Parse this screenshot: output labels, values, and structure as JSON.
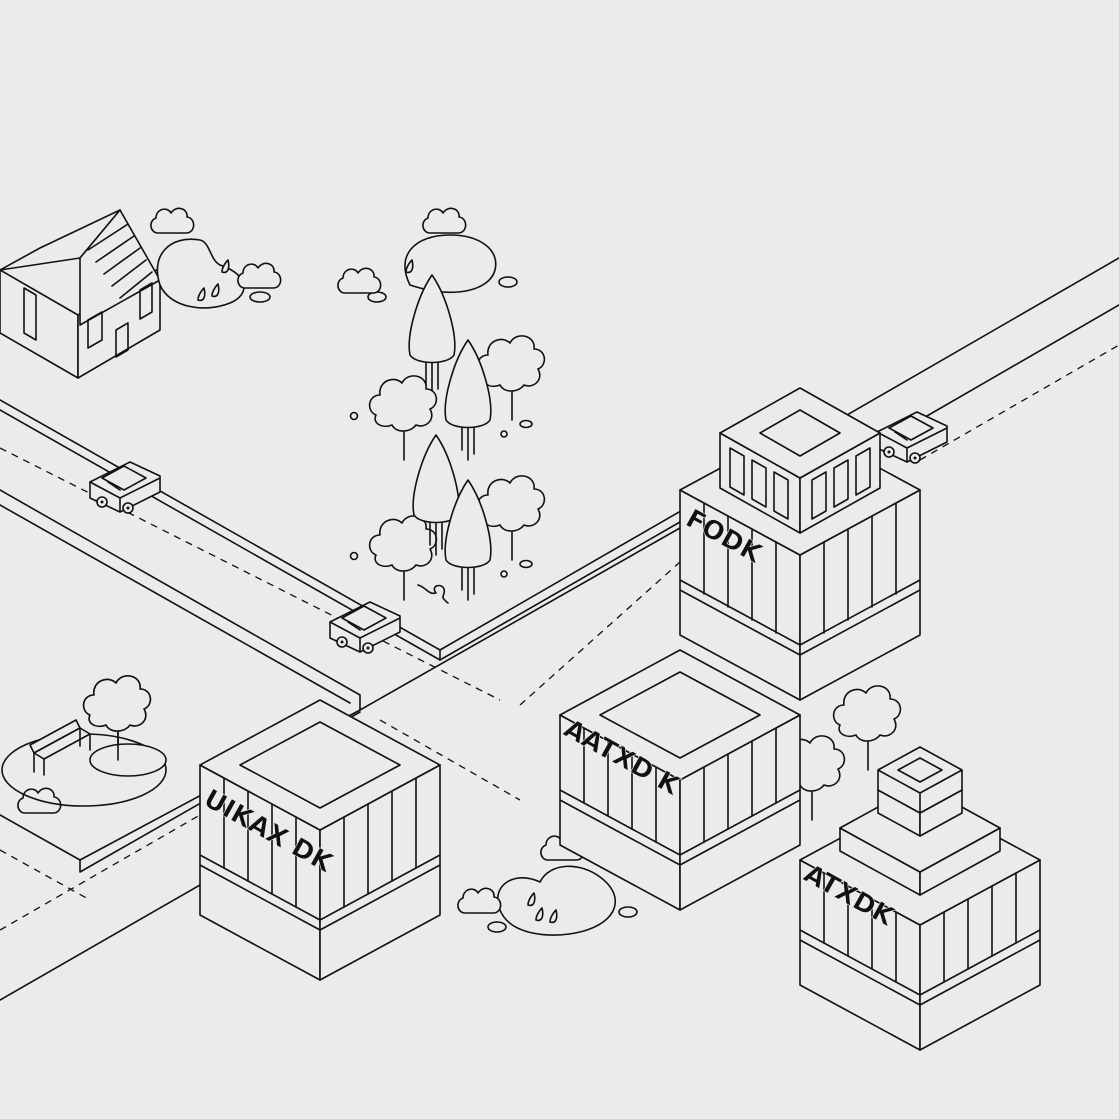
{
  "colors": {
    "background": "#ebebeb",
    "ink": "#111111"
  },
  "buildings": [
    {
      "sign": "FODK"
    },
    {
      "sign": "AATXD K"
    },
    {
      "sign": "UIKAX DK"
    },
    {
      "sign": "ATXDK"
    }
  ],
  "icons": [
    "house-icon",
    "car-icon",
    "tree-icon",
    "bush-icon",
    "bench-icon",
    "pond-icon"
  ]
}
